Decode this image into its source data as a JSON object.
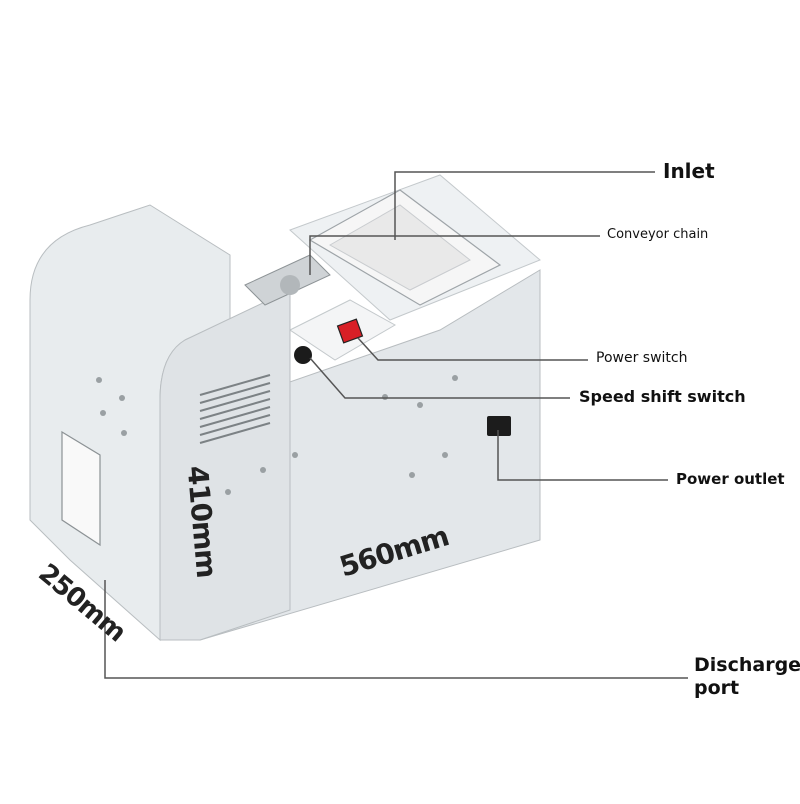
{
  "labels": {
    "inlet": "Inlet",
    "conveyor_chain": "Conveyor chain",
    "power_switch": "Power switch",
    "speed_shift_switch": "Speed shift switch",
    "power_outlet": "Power outlet",
    "discharge_port_line1": "Discharge",
    "discharge_port_line2": "port"
  },
  "dimensions": {
    "height": "410mm",
    "length": "560mm",
    "depth": "250mm"
  },
  "colors": {
    "machine_body": "#e6eaec",
    "machine_side": "#d3d8db",
    "hopper": "#f2f2f2",
    "switch_red": "#d81f26",
    "leader_line": "#555555"
  }
}
